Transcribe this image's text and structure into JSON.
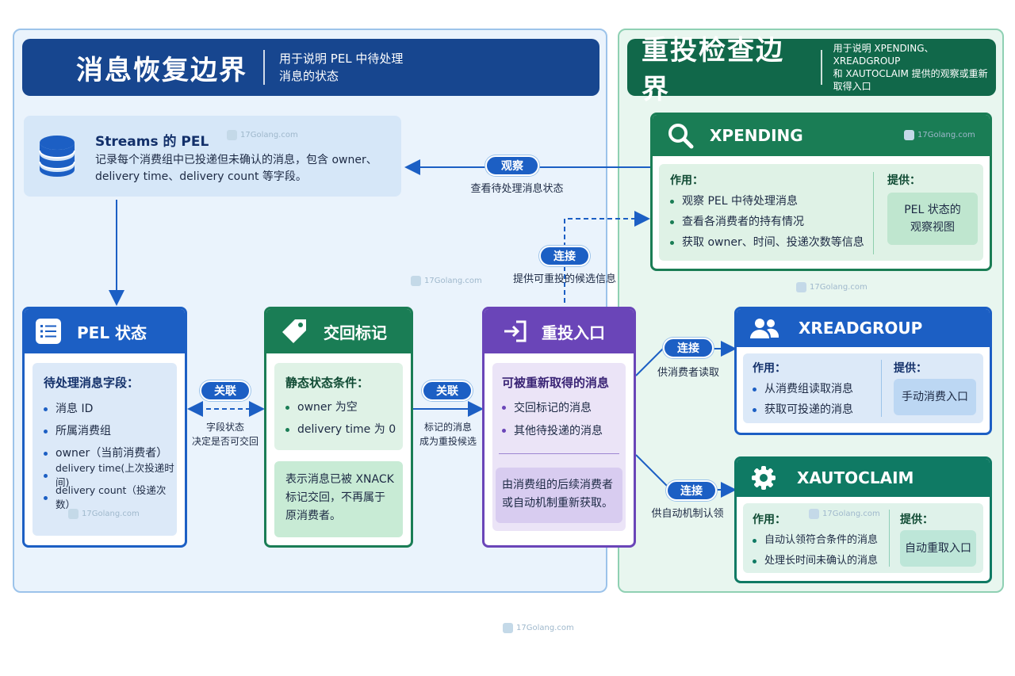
{
  "left_panel": {
    "title": "消息恢复边界",
    "desc_line1": "用于说明 PEL 中待处理",
    "desc_line2": "消息的状态"
  },
  "right_panel": {
    "title": "重投检查边界",
    "desc_line1": "用于说明 XPENDING、XREADGROUP",
    "desc_line2": "和 XAUTOCLAIM 提供的观察或重新",
    "desc_line3": "取得入口"
  },
  "streams_pel": {
    "title": "Streams 的 PEL",
    "desc_line1": "记录每个消费组中已投递但未确认的消息，包含 owner、",
    "desc_line2": "delivery time、delivery count 等字段。",
    "icon": "database-icon"
  },
  "pel_state": {
    "title": "PEL 状态",
    "icon": "list-icon",
    "subtitle": "待处理消息字段：",
    "items": [
      "消息 ID",
      "所属消费组",
      "owner（当前消费者）",
      "delivery time(上次投递时间)",
      "delivery count（投递次数）"
    ]
  },
  "return_mark": {
    "title": "交回标记",
    "icon": "tag-icon",
    "subtitle": "静态状态条件：",
    "items": [
      "owner 为空",
      "delivery time 为 0"
    ],
    "note_line1": "表示消息已被 XNACK",
    "note_line2": "标记交回，不再属于",
    "note_line3": "原消费者。"
  },
  "redeliver_entry": {
    "title": "重投入口",
    "icon": "sign-in-icon",
    "subtitle": "可被重新取得的消息",
    "items": [
      "交回标记的消息",
      "其他待投递的消息"
    ],
    "note_line1": "由消费组的后续消费者",
    "note_line2": "或自动机制重新获取。"
  },
  "xpending": {
    "title": "XPENDING",
    "icon": "search-icon",
    "role_label": "作用：",
    "items": [
      "观察 PEL 中待处理消息",
      "查看各消费者的持有情况",
      "获取 owner、时间、投递次数等信息"
    ],
    "provide_label": "提供：",
    "provide_line1": "PEL 状态的",
    "provide_line2": "观察视图"
  },
  "xreadgroup": {
    "title": "XREADGROUP",
    "icon": "users-icon",
    "role_label": "作用：",
    "items": [
      "从消费组读取消息",
      "获取可投递的消息"
    ],
    "provide_label": "提供：",
    "provide_value": "手动消费入口"
  },
  "xautoclaim": {
    "title": "XAUTOCLAIM",
    "icon": "gear-icon",
    "role_label": "作用：",
    "items": [
      "自动认领符合条件的消息",
      "处理长时间未确认的消息"
    ],
    "provide_label": "提供：",
    "provide_value": "自动重取入口"
  },
  "connectors": {
    "observe": {
      "label": "观察",
      "caption": "查看待处理消息状态"
    },
    "connect_top": {
      "label": "连接",
      "caption": "提供可重投的候选信息"
    },
    "assoc_left": {
      "label": "关联",
      "caption_line1": "字段状态",
      "caption_line2": "决定是否可交回"
    },
    "assoc_mid": {
      "label": "关联",
      "caption_line1": "标记的消息",
      "caption_line2": "成为重投候选"
    },
    "connect_read": {
      "label": "连接",
      "caption": "供消费者读取"
    },
    "connect_claim": {
      "label": "连接",
      "caption": "供自动机制认领"
    }
  },
  "watermark": "17Golang.com",
  "colors": {
    "blue_dark": "#17468f",
    "blue": "#1c5fc4",
    "green_dark": "#11684a",
    "green": "#1a7d55",
    "purple": "#6a45b8",
    "teal": "#0f7a64"
  }
}
